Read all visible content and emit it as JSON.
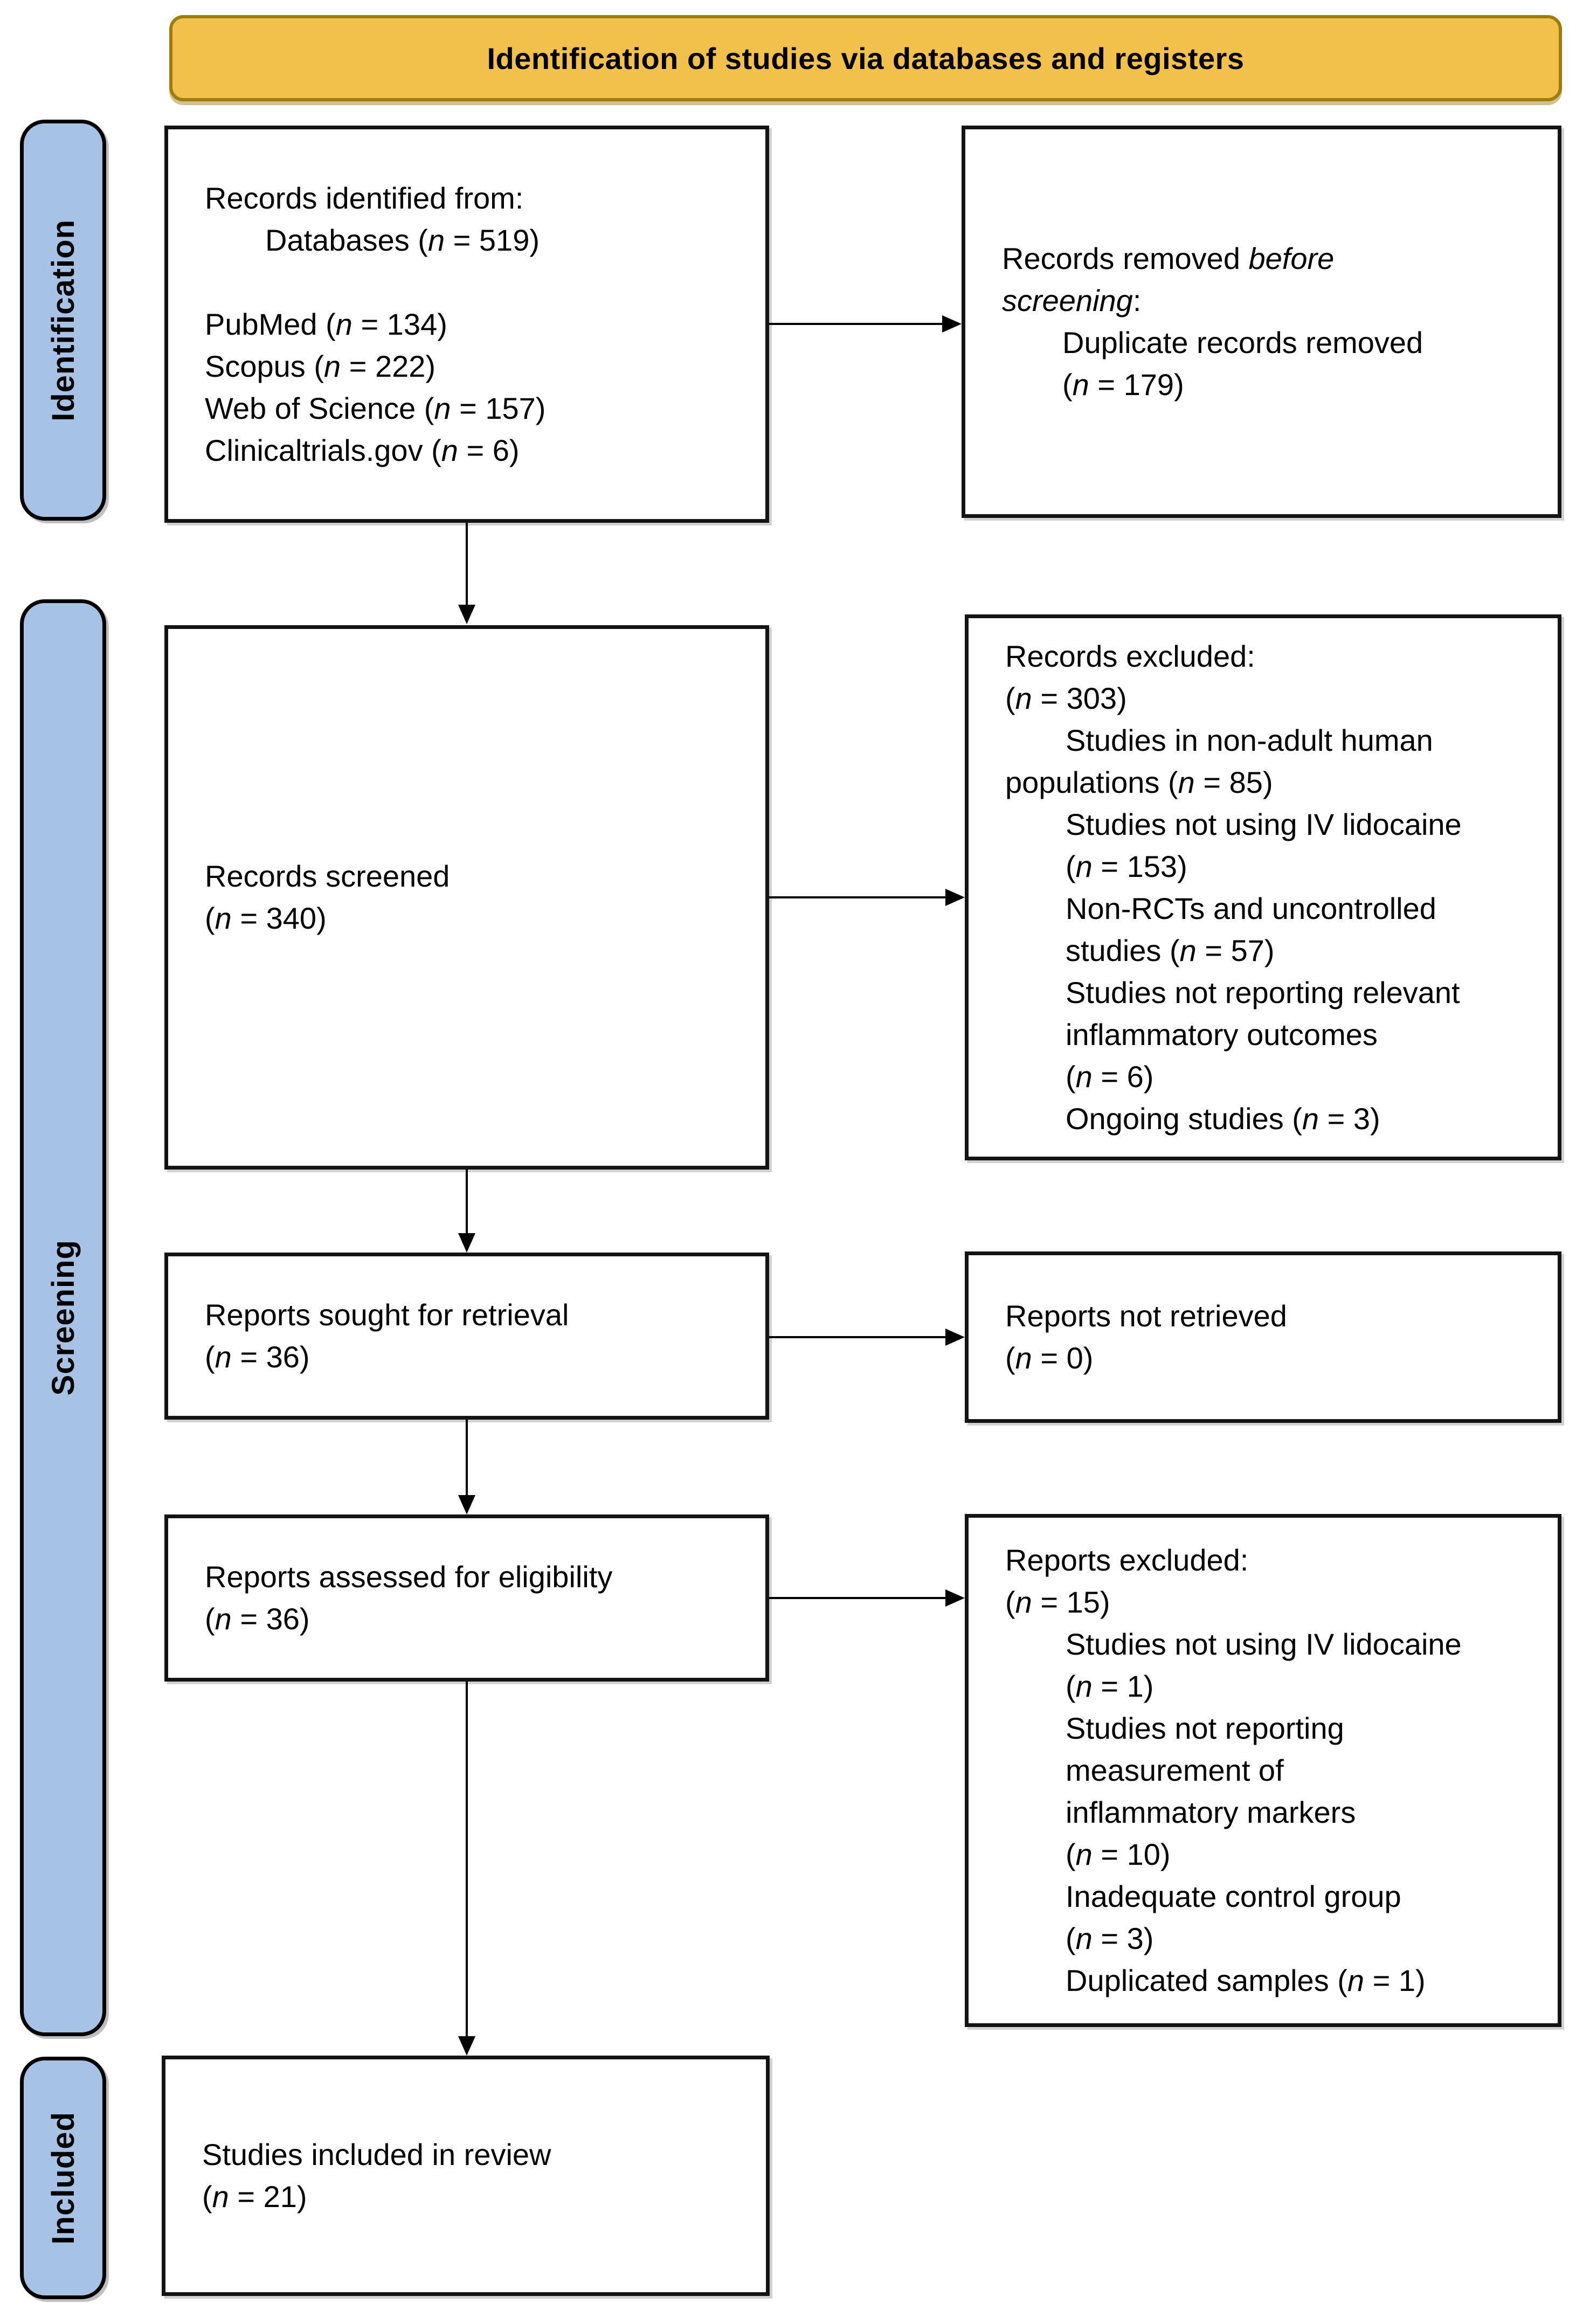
{
  "banner": {
    "title": "Identification of studies via databases and registers"
  },
  "colors": {
    "banner_fill": "#F2C14B",
    "banner_border": "#9D7C0D",
    "stage_fill": "#A6C3E6",
    "box_border": "#141414"
  },
  "stages": {
    "identification": "Identification",
    "screening": "Screening",
    "included": "Included"
  },
  "boxes": {
    "identified": [
      {
        "t": "Records identified from:",
        "ind": 0
      },
      {
        "t": "Databases (*n* = 519)",
        "ind": 1
      },
      {
        "t": "",
        "ind": 0
      },
      {
        "t": "PubMed (*n* = 134)",
        "ind": 0
      },
      {
        "t": "Scopus (*n* = 222)",
        "ind": 0
      },
      {
        "t": "Web of Science (*n* = 157)",
        "ind": 0
      },
      {
        "t": "Clinicaltrials.gov (*n* = 6)",
        "ind": 0
      }
    ],
    "removed_before_screening": [
      {
        "t": "Records removed *before*",
        "ind": 0
      },
      {
        "t": "*screening*:",
        "ind": 0
      },
      {
        "t": "Duplicate records removed",
        "ind": 1
      },
      {
        "t": "(*n* = 179)",
        "ind": 1
      }
    ],
    "screened": [
      {
        "t": "Records screened",
        "ind": 0
      },
      {
        "t": "(*n* = 340)",
        "ind": 0
      }
    ],
    "records_excluded": [
      {
        "t": "Records excluded:",
        "ind": 0
      },
      {
        "t": "(*n* = 303)",
        "ind": 0
      },
      {
        "t": "Studies in non-adult human",
        "ind": 1
      },
      {
        "t": "populations (*n* = 85)",
        "ind": 0
      },
      {
        "t": "Studies not using IV lidocaine",
        "ind": 1
      },
      {
        "t": "(*n* = 153)",
        "ind": 1
      },
      {
        "t": "Non-RCTs and uncontrolled",
        "ind": 1
      },
      {
        "t": "studies (*n* = 57)",
        "ind": 1
      },
      {
        "t": "Studies not reporting relevant",
        "ind": 1
      },
      {
        "t": "inflammatory outcomes",
        "ind": 1
      },
      {
        "t": "(*n* = 6)",
        "ind": 1
      },
      {
        "t": "Ongoing studies (*n* = 3)",
        "ind": 1
      }
    ],
    "sought": [
      {
        "t": "Reports sought for retrieval",
        "ind": 0
      },
      {
        "t": "(*n* = 36)",
        "ind": 0
      }
    ],
    "not_retrieved": [
      {
        "t": "Reports not retrieved",
        "ind": 0
      },
      {
        "t": "(*n* = 0)",
        "ind": 0
      }
    ],
    "assessed": [
      {
        "t": "Reports assessed for eligibility",
        "ind": 0
      },
      {
        "t": "(*n* = 36)",
        "ind": 0
      }
    ],
    "reports_excluded": [
      {
        "t": "Reports excluded:",
        "ind": 0
      },
      {
        "t": "(*n* = 15)",
        "ind": 0
      },
      {
        "t": "Studies not using IV lidocaine",
        "ind": 1
      },
      {
        "t": "(*n* = 1)",
        "ind": 1
      },
      {
        "t": "Studies not reporting",
        "ind": 1
      },
      {
        "t": "measurement of",
        "ind": 1
      },
      {
        "t": "inflammatory markers",
        "ind": 1
      },
      {
        "t": "(*n* = 10)",
        "ind": 1
      },
      {
        "t": "Inadequate control group",
        "ind": 1
      },
      {
        "t": "(*n* = 3)",
        "ind": 1
      },
      {
        "t": "Duplicated samples (*n* = 1)",
        "ind": 1
      }
    ],
    "included_in_review": [
      {
        "t": "Studies included in review",
        "ind": 0
      },
      {
        "t": "(*n* = 21)",
        "ind": 0
      }
    ]
  }
}
